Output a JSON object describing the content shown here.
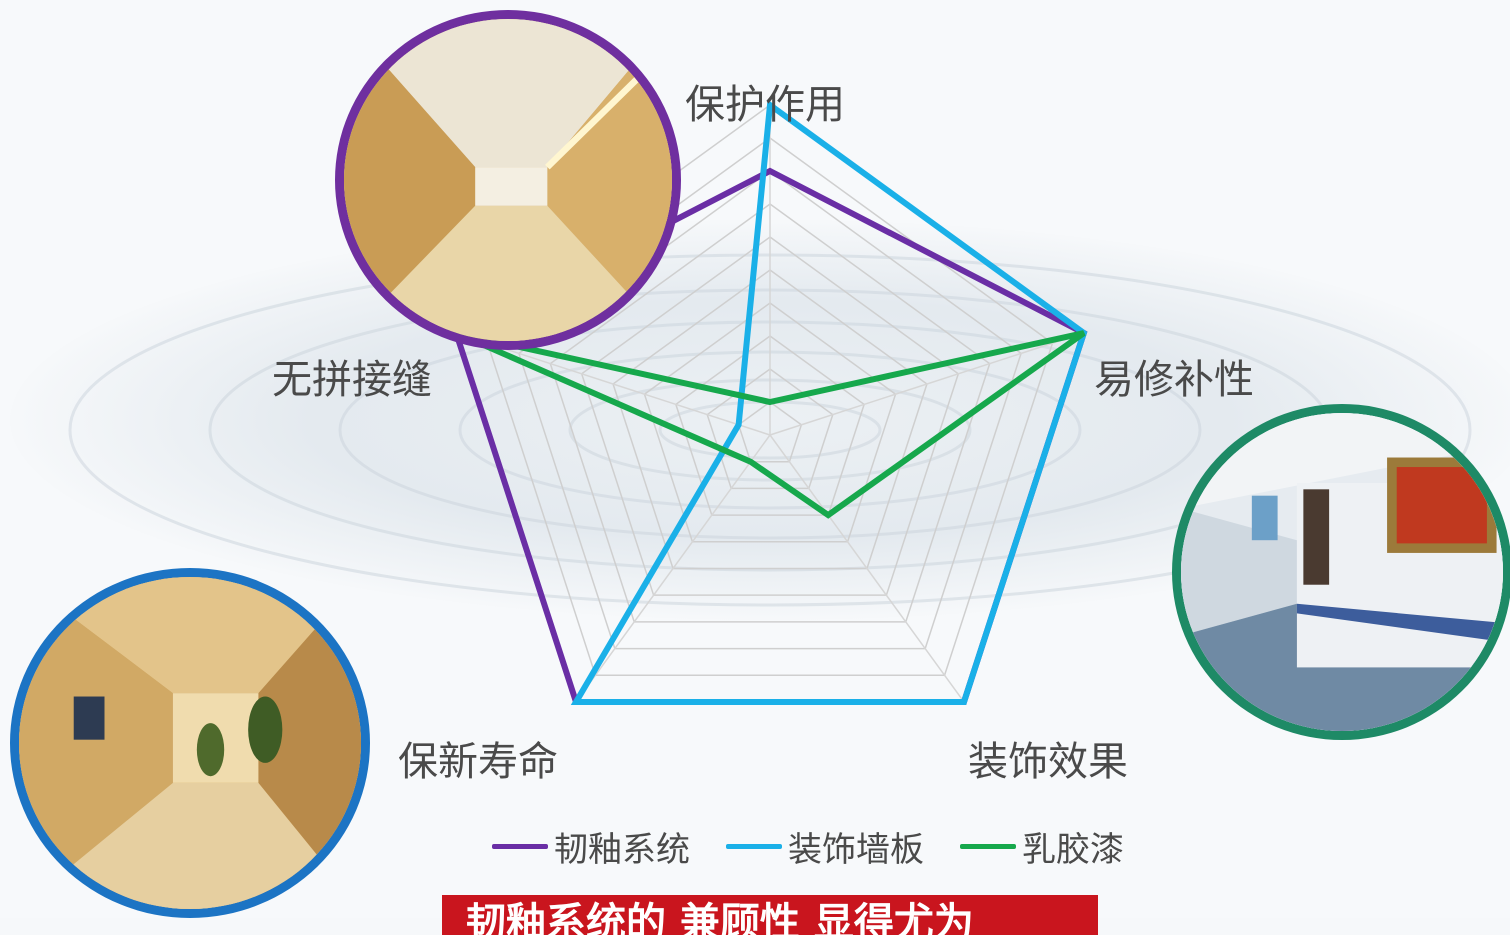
{
  "chart_data": {
    "type": "radar",
    "axes": [
      "保护作用",
      "易修补性",
      "装饰效果",
      "保新寿命",
      "无拼接缝"
    ],
    "range": [
      0,
      10
    ],
    "grid": true,
    "legend_position": "bottom",
    "series": [
      {
        "name": "韧釉系统",
        "color": "#6a2ea5",
        "values": [
          8,
          10,
          10,
          10,
          10
        ]
      },
      {
        "name": "装饰墙板",
        "color": "#1ab0e8",
        "values": [
          10,
          10,
          10,
          10,
          1
        ]
      },
      {
        "name": "乳胶漆",
        "color": "#16a84c",
        "values": [
          1,
          10,
          3,
          1,
          10
        ]
      }
    ]
  },
  "colors": {
    "photo_top_ring": "#6f2f9f",
    "photo_right_ring": "#1e8a66",
    "photo_left_ring": "#1c74c4",
    "banner_bg": "#c9151e"
  },
  "banner": {
    "text": "韧釉系统的 兼顾性 显得尤为"
  }
}
